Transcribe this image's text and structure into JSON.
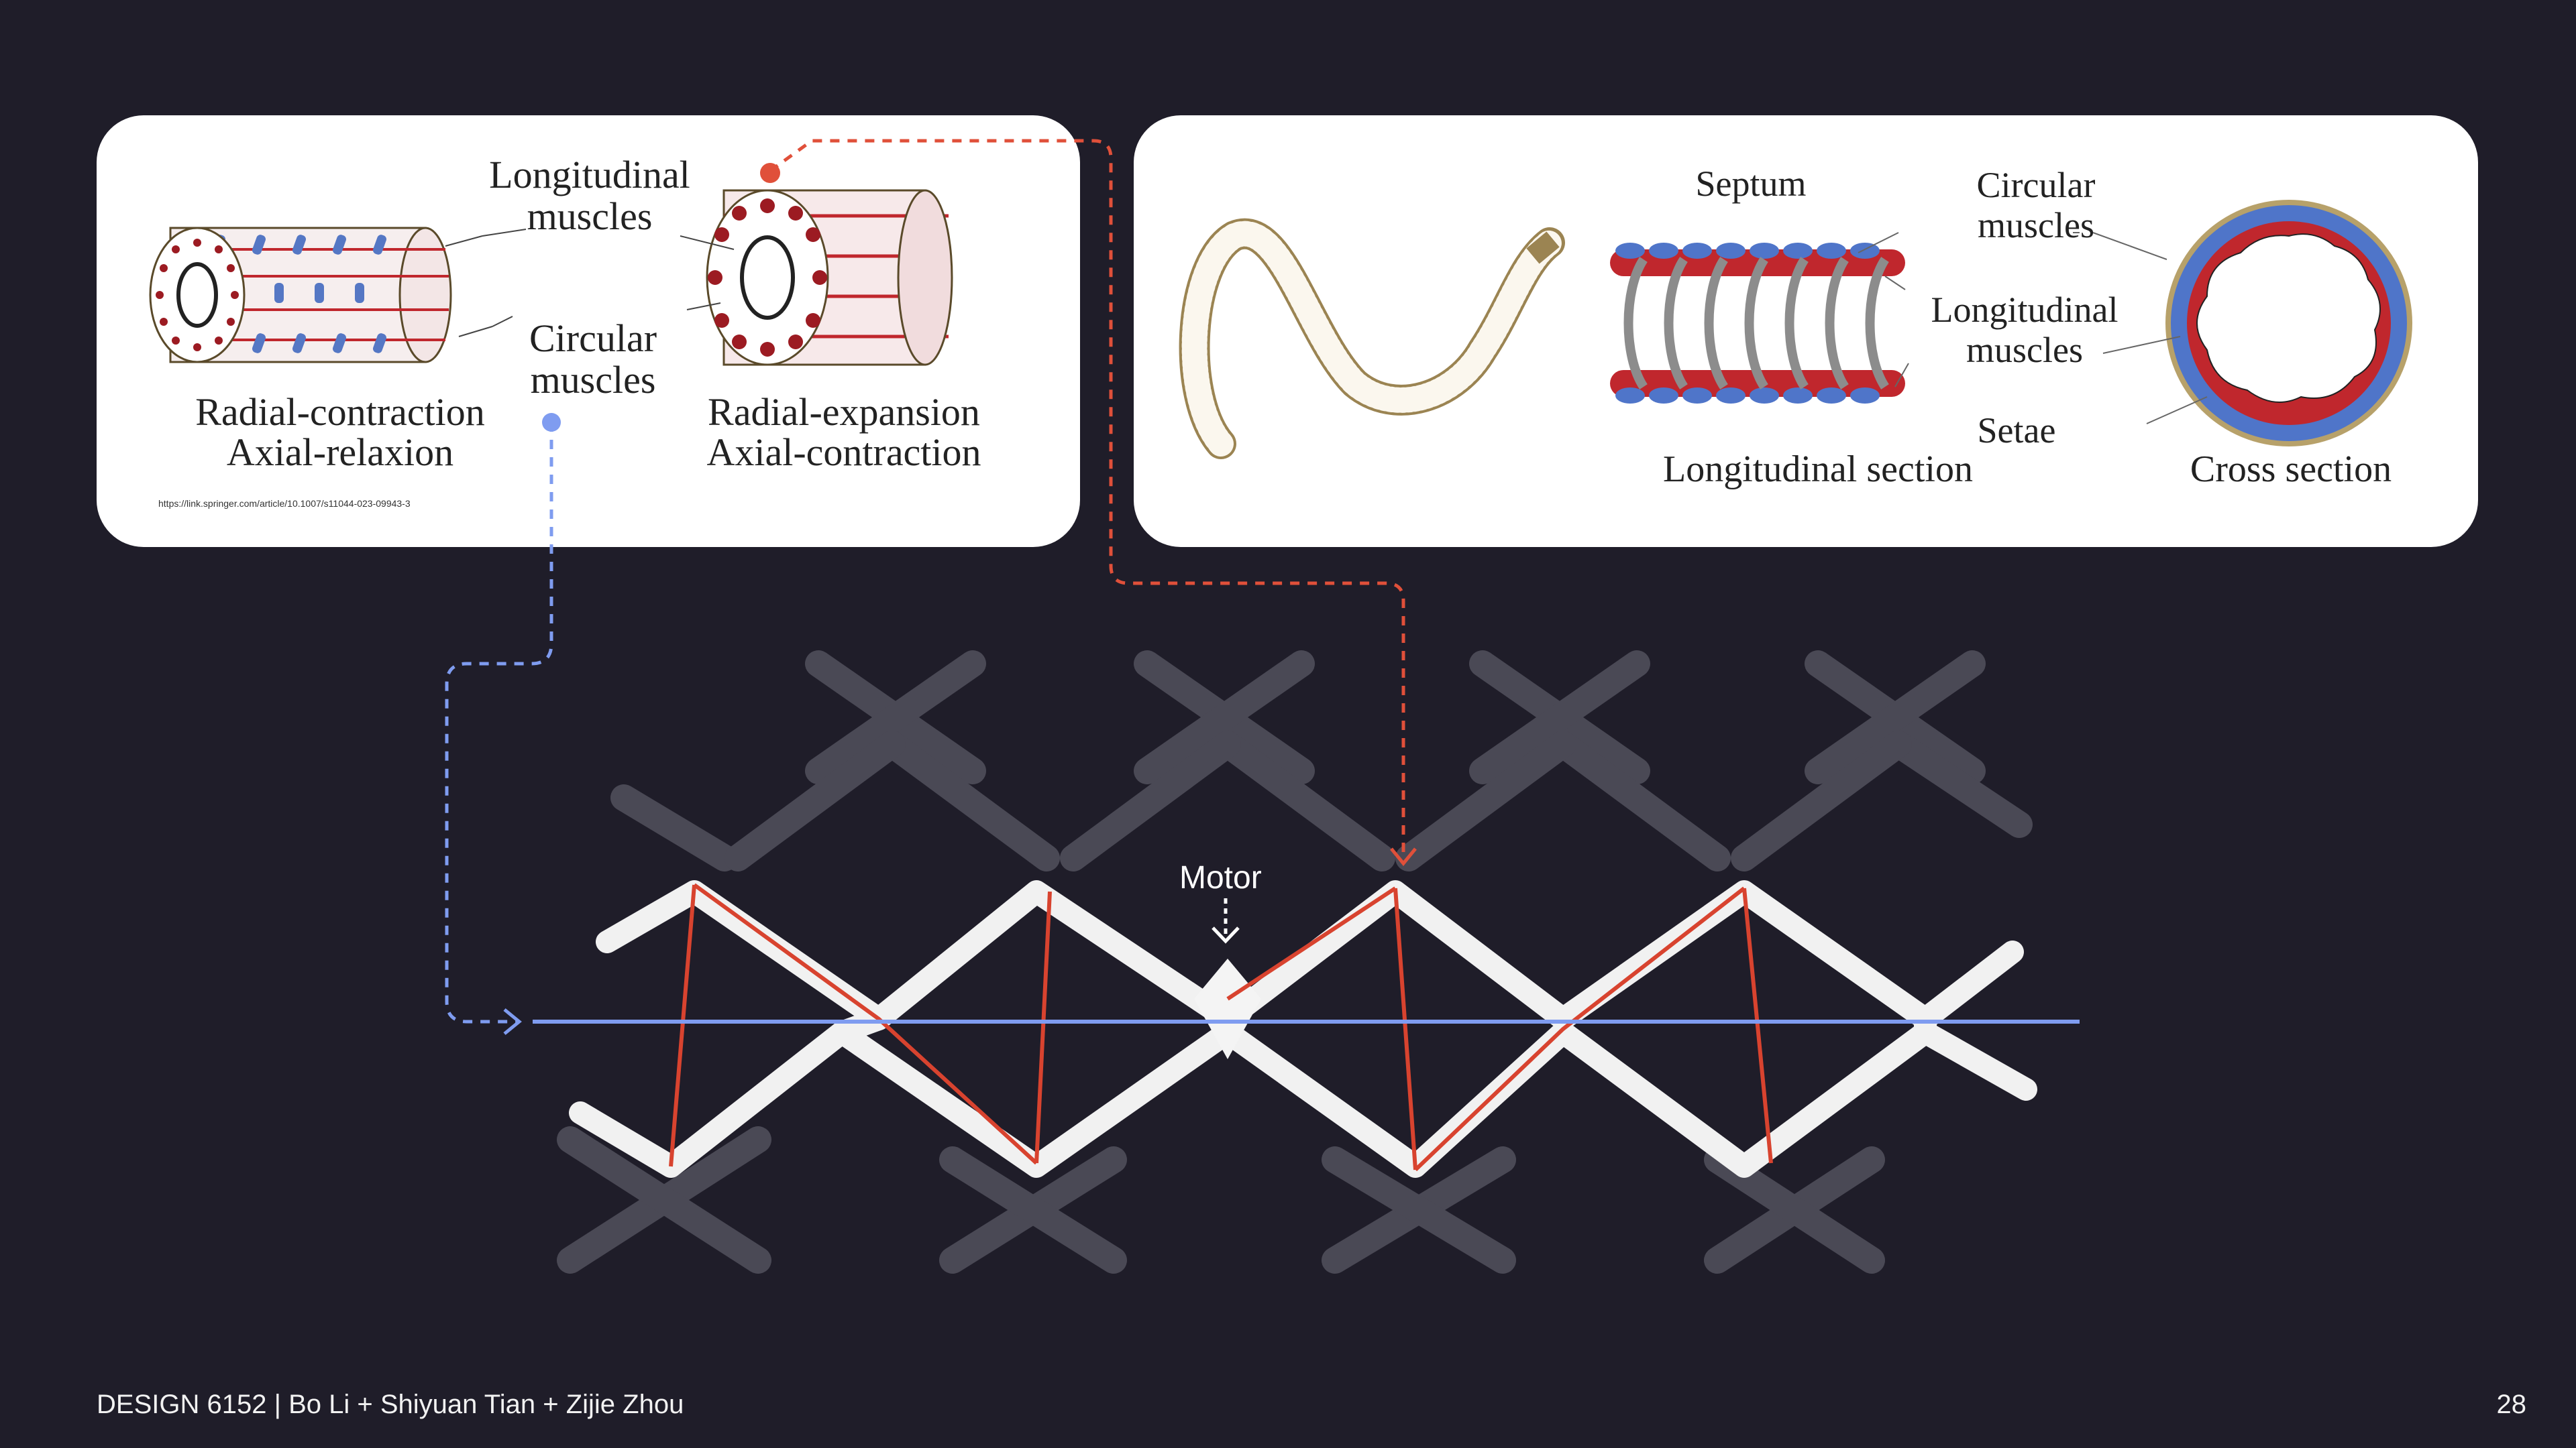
{
  "left_card": {
    "label_longitudinal_1": "Longitudinal",
    "label_longitudinal_2": "muscles",
    "label_circular_1": "Circular",
    "label_circular_2": "muscles",
    "caption_left_1": "Radial-contraction",
    "caption_left_2": "Axial-relaxion",
    "caption_right_1": "Radial-expansion",
    "caption_right_2": "Axial-contraction",
    "source_url": "https://link.springer.com/article/10.1007/s11044-023-09943-3"
  },
  "right_card": {
    "label_septum": "Septum",
    "label_circular_1": "Circular",
    "label_circular_2": "muscles",
    "label_longitudinal_1": "Longitudinal",
    "label_longitudinal_2": "muscles",
    "label_setae": "Setae",
    "caption_longitudinal_section": "Longitudinal section",
    "caption_cross_section": "Cross section"
  },
  "motor_label": "Motor",
  "footer": {
    "credits": "DESIGN 6152 | Bo Li + Shiyuan Tian + Zijie Zhou",
    "page_number": "28"
  },
  "colors": {
    "background": "#1f1d29",
    "accent_red": "#e0503a",
    "accent_blue": "#7f9cf0",
    "muscle_blue": "#5577c4",
    "muscle_red": "#c0272d"
  }
}
